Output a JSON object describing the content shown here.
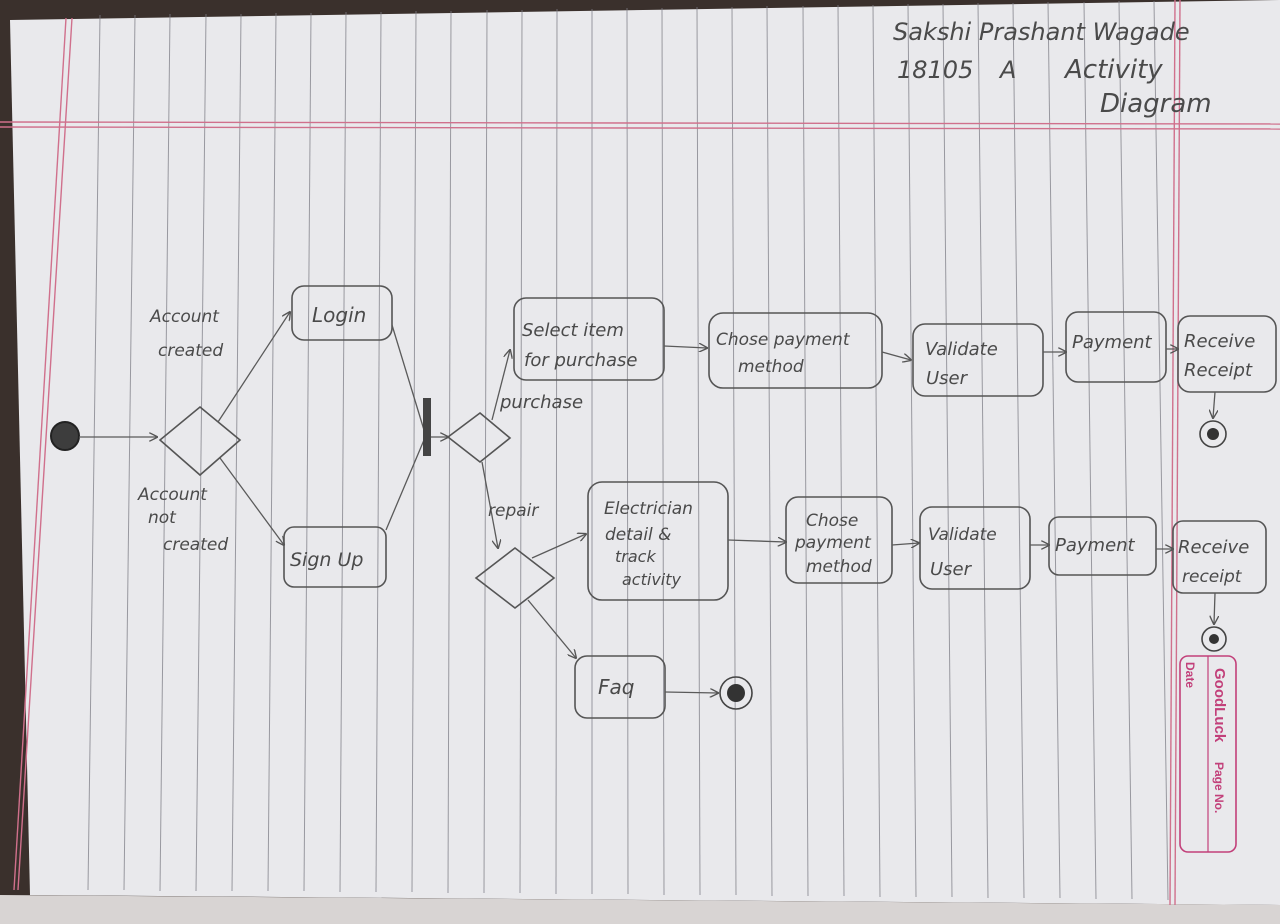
{
  "header": {
    "name": "Sakshi Prashant Wagade",
    "roll": "18105",
    "division": "A",
    "title_line1": "Activity",
    "title_line2": "Diagram"
  },
  "guards": {
    "account_created": [
      "Account",
      "created"
    ],
    "account_not_created": [
      "Account",
      "not",
      "created"
    ],
    "purchase": "purchase",
    "repair": "repair"
  },
  "nodes": {
    "login": "Login",
    "signup": "Sign Up",
    "select_item": [
      "Select item",
      "for purchase"
    ],
    "chose_payment_1": [
      "Chose payment",
      "method"
    ],
    "validate_user_1": [
      "Validate",
      "User"
    ],
    "payment_1": "Payment",
    "receive_receipt_1": [
      "Receive",
      "Receipt"
    ],
    "electrician": [
      "Electrician",
      "detail &",
      "track",
      "activity"
    ],
    "chose_payment_2": [
      "Chose",
      "payment",
      "method"
    ],
    "validate_user_2": [
      "Validate",
      "User"
    ],
    "payment_2": "Payment",
    "receive_receipt_2": [
      "Receive",
      "receipt"
    ],
    "faq": "Faq"
  },
  "stamp": {
    "brand": "GoodLuck",
    "date_label": "Date",
    "page_label": "Page No."
  }
}
